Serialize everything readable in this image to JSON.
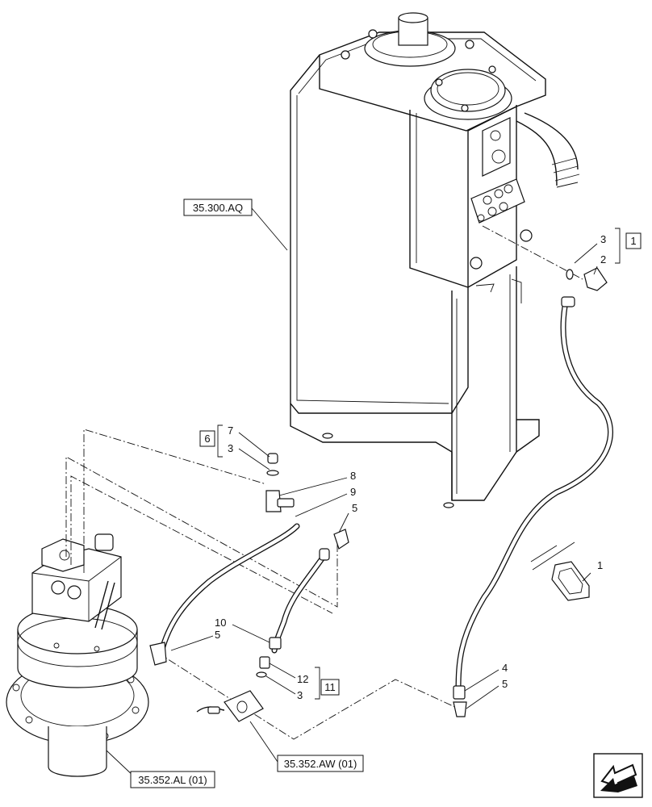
{
  "references": {
    "ref_a": "35.300.AQ",
    "ref_b": "35.352.AL (01)",
    "ref_c": "35.352.AW (01)"
  },
  "groups": {
    "g1": "1",
    "g6": "6",
    "g11": "11"
  },
  "callouts": {
    "c3_top": "3",
    "c2": "2",
    "c1": "1",
    "c7": "7",
    "c3_mid": "3",
    "c8": "8",
    "c9": "9",
    "c5_top": "5",
    "c10": "10",
    "c5_left": "5",
    "c12": "12",
    "c3_low": "3",
    "c4": "4",
    "c5_right": "5"
  },
  "icons": {
    "nav": "arrow-left-icon"
  }
}
